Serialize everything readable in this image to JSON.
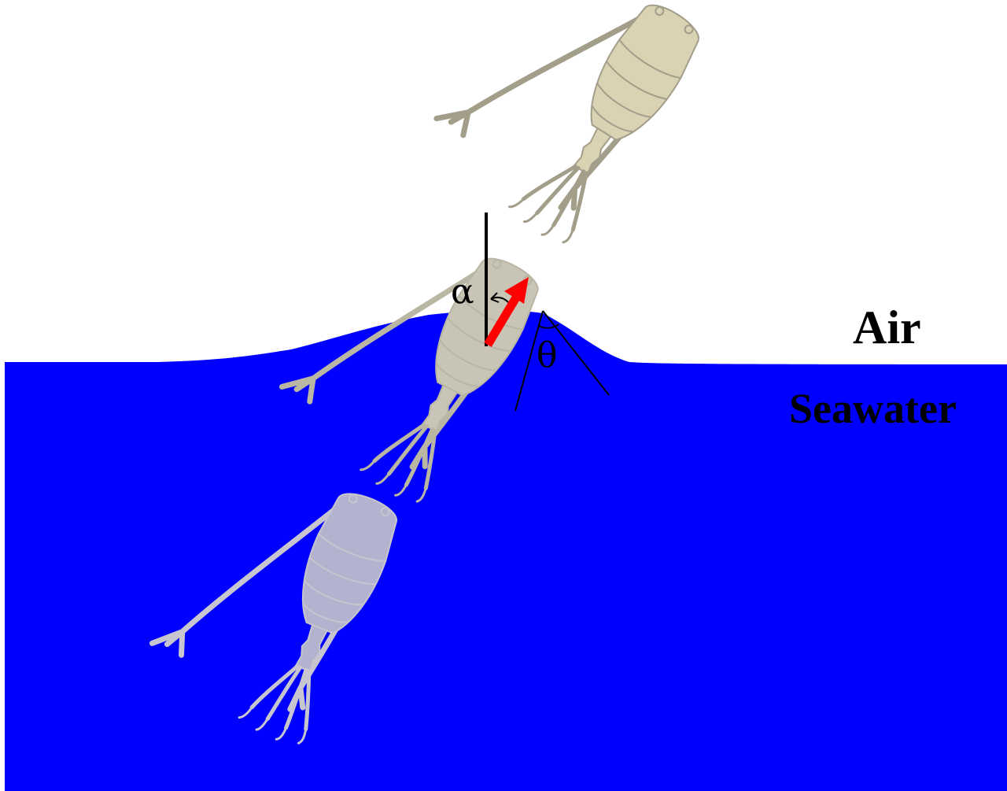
{
  "labels": {
    "air": "Air",
    "seawater": "Seawater",
    "alpha": "α",
    "theta": "θ"
  },
  "colors": {
    "seawater": "#0000ff",
    "air": "#ffffff",
    "copepod_fill": "#d9d2b3",
    "copepod_outline": "#9e9a86",
    "copepod_submerged_fill": "#b9b8d0",
    "thrust_arrow": "#ff0000"
  },
  "icons": {
    "copepod": "copepod-illustration",
    "arrow": "thrust-direction-arrow"
  }
}
